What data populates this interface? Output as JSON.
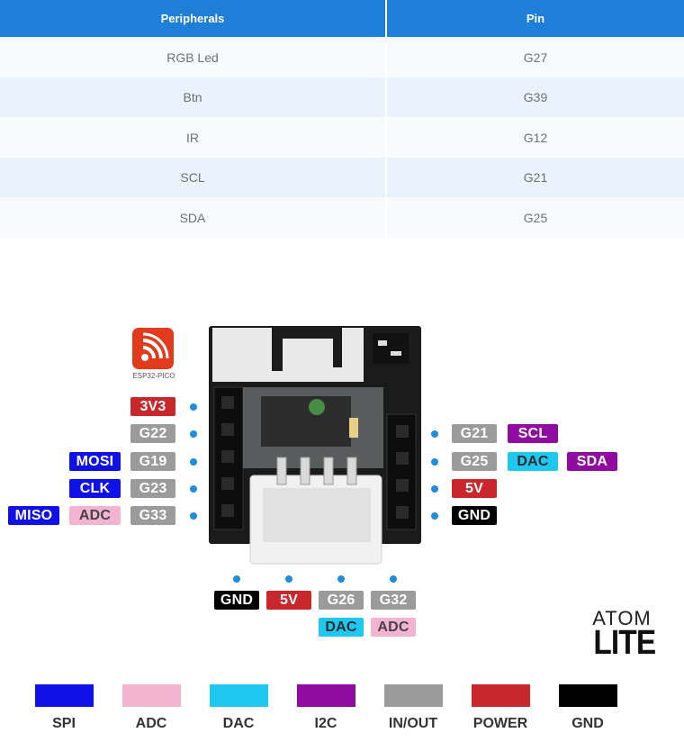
{
  "table": {
    "headers": [
      "Peripherals",
      "Pin"
    ],
    "rows": [
      [
        "RGB Led",
        "G27"
      ],
      [
        "Btn",
        "G39"
      ],
      [
        "IR",
        "G12"
      ],
      [
        "SCL",
        "G21"
      ],
      [
        "SDA",
        "G25"
      ]
    ]
  },
  "logo": {
    "chip_caption": "ESP32-PICO",
    "brand_line1": "ATOM",
    "brand_line2": "LITE"
  },
  "pins": {
    "left": [
      {
        "pin": "3V3"
      },
      {
        "pin": "G22"
      },
      {
        "pin": "G19",
        "func": [
          "MOSI"
        ]
      },
      {
        "pin": "G23",
        "func": [
          "CLK"
        ]
      },
      {
        "pin": "G33",
        "func": [
          "ADC",
          "MISO"
        ]
      }
    ],
    "right": [
      {
        "pin": "G21",
        "func": [
          "SCL"
        ]
      },
      {
        "pin": "G25",
        "func": [
          "DAC",
          "SDA"
        ]
      },
      {
        "pin": "5V"
      },
      {
        "pin": "GND"
      }
    ],
    "bottom": [
      {
        "pin": "GND"
      },
      {
        "pin": "5V"
      },
      {
        "pin": "G26",
        "func": [
          "DAC"
        ]
      },
      {
        "pin": "G32",
        "func": [
          "ADC"
        ]
      }
    ]
  },
  "legend": [
    {
      "label": "SPI",
      "color": "#1010e8"
    },
    {
      "label": "ADC",
      "color": "#f3b3d1"
    },
    {
      "label": "DAC",
      "color": "#1ec8f0"
    },
    {
      "label": "I2C",
      "color": "#900ca0"
    },
    {
      "label": "IN/OUT",
      "color": "#9b9b9b"
    },
    {
      "label": "POWER",
      "color": "#c8282c"
    },
    {
      "label": "GND",
      "color": "#000000"
    }
  ]
}
